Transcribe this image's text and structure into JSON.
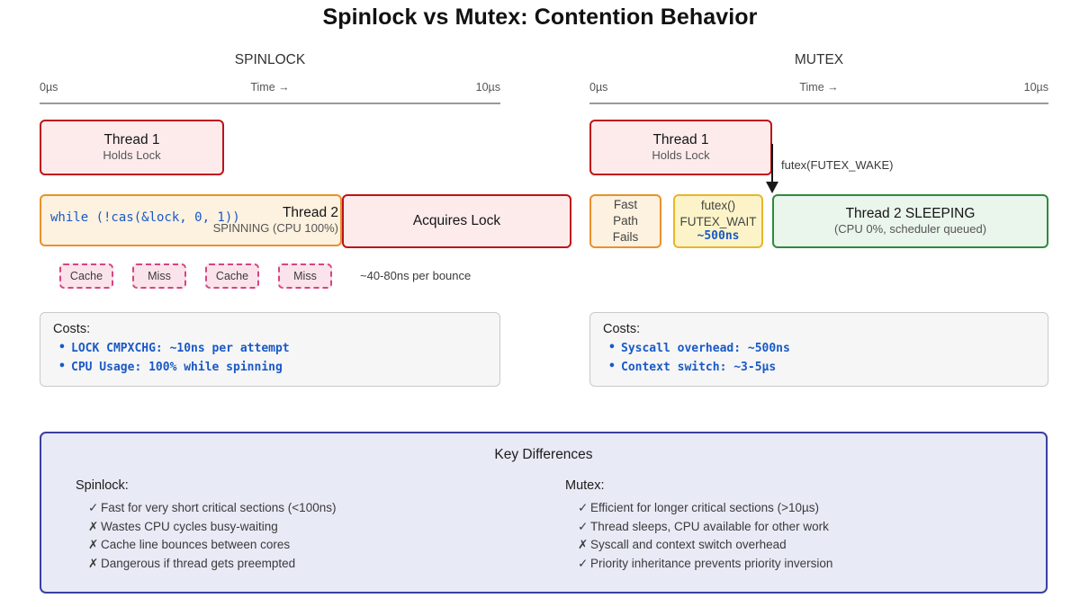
{
  "title": "Spinlock vs Mutex: Contention Behavior",
  "columns": {
    "spinlock": {
      "heading": "SPINLOCK",
      "axis": {
        "start": "0µs",
        "middle": "Time →",
        "end": "10µs"
      },
      "thread1": {
        "title": "Thread 1",
        "subtitle": "Holds Lock"
      },
      "spinning": {
        "code": "while (!cas(&lock, 0, 1))",
        "title": "Thread 2",
        "subtitle": "SPINNING (CPU 100%)"
      },
      "acquires": {
        "title": "Acquires Lock"
      },
      "cache_chips": [
        "Cache",
        "Miss",
        "Cache",
        "Miss"
      ],
      "bounce_note": "~40-80ns per bounce",
      "costs": {
        "label": "Costs:",
        "items": [
          "LOCK CMPXCHG: ~10ns per attempt",
          "CPU Usage: 100% while spinning"
        ]
      }
    },
    "mutex": {
      "heading": "MUTEX",
      "axis": {
        "start": "0µs",
        "middle": "Time →",
        "end": "10µs"
      },
      "thread1": {
        "title": "Thread 1",
        "subtitle": "Holds Lock"
      },
      "wake_label": "futex(FUTEX_WAKE)",
      "fast_path": {
        "line1": "Fast",
        "line2": "Path",
        "line3": "Fails"
      },
      "futex": {
        "line1": "futex()",
        "line2": "FUTEX_WAIT",
        "line3": "~500ns"
      },
      "sleeping": {
        "title": "Thread 2 SLEEPING",
        "subtitle": "(CPU 0%, scheduler queued)"
      },
      "costs": {
        "label": "Costs:",
        "items": [
          "Syscall overhead: ~500ns",
          "Context switch: ~3-5µs"
        ]
      }
    }
  },
  "key_differences": {
    "title": "Key Differences",
    "spinlock": {
      "heading": "Spinlock:",
      "items": [
        {
          "mark": "✓",
          "text": "Fast for very short critical sections (<100ns)"
        },
        {
          "mark": "✗",
          "text": "Wastes CPU cycles busy-waiting"
        },
        {
          "mark": "✗",
          "text": "Cache line bounces between cores"
        },
        {
          "mark": "✗",
          "text": "Dangerous if thread gets preempted"
        }
      ]
    },
    "mutex": {
      "heading": "Mutex:",
      "items": [
        {
          "mark": "✓",
          "text": "Efficient for longer critical sections (>10µs)"
        },
        {
          "mark": "✓",
          "text": "Thread sleeps, CPU available for other work"
        },
        {
          "mark": "✗",
          "text": "Syscall and context switch overhead"
        },
        {
          "mark": "✓",
          "text": "Priority inheritance prevents priority inversion"
        }
      ]
    }
  },
  "colors": {
    "red_border": "#bf1218",
    "red_fill": "#fdebec",
    "orange_border": "#e8912d",
    "orange_fill": "#fdf1df",
    "yellow_border": "#e8b52d",
    "yellow_fill": "#fcf4c8",
    "green_border": "#2e8b3d",
    "green_fill": "#eaf5ec",
    "pink_dashed": "#d4457f",
    "code_blue": "#1959c7",
    "keydiff_border": "#3b3fa0",
    "keydiff_fill": "#e8eaf6"
  }
}
